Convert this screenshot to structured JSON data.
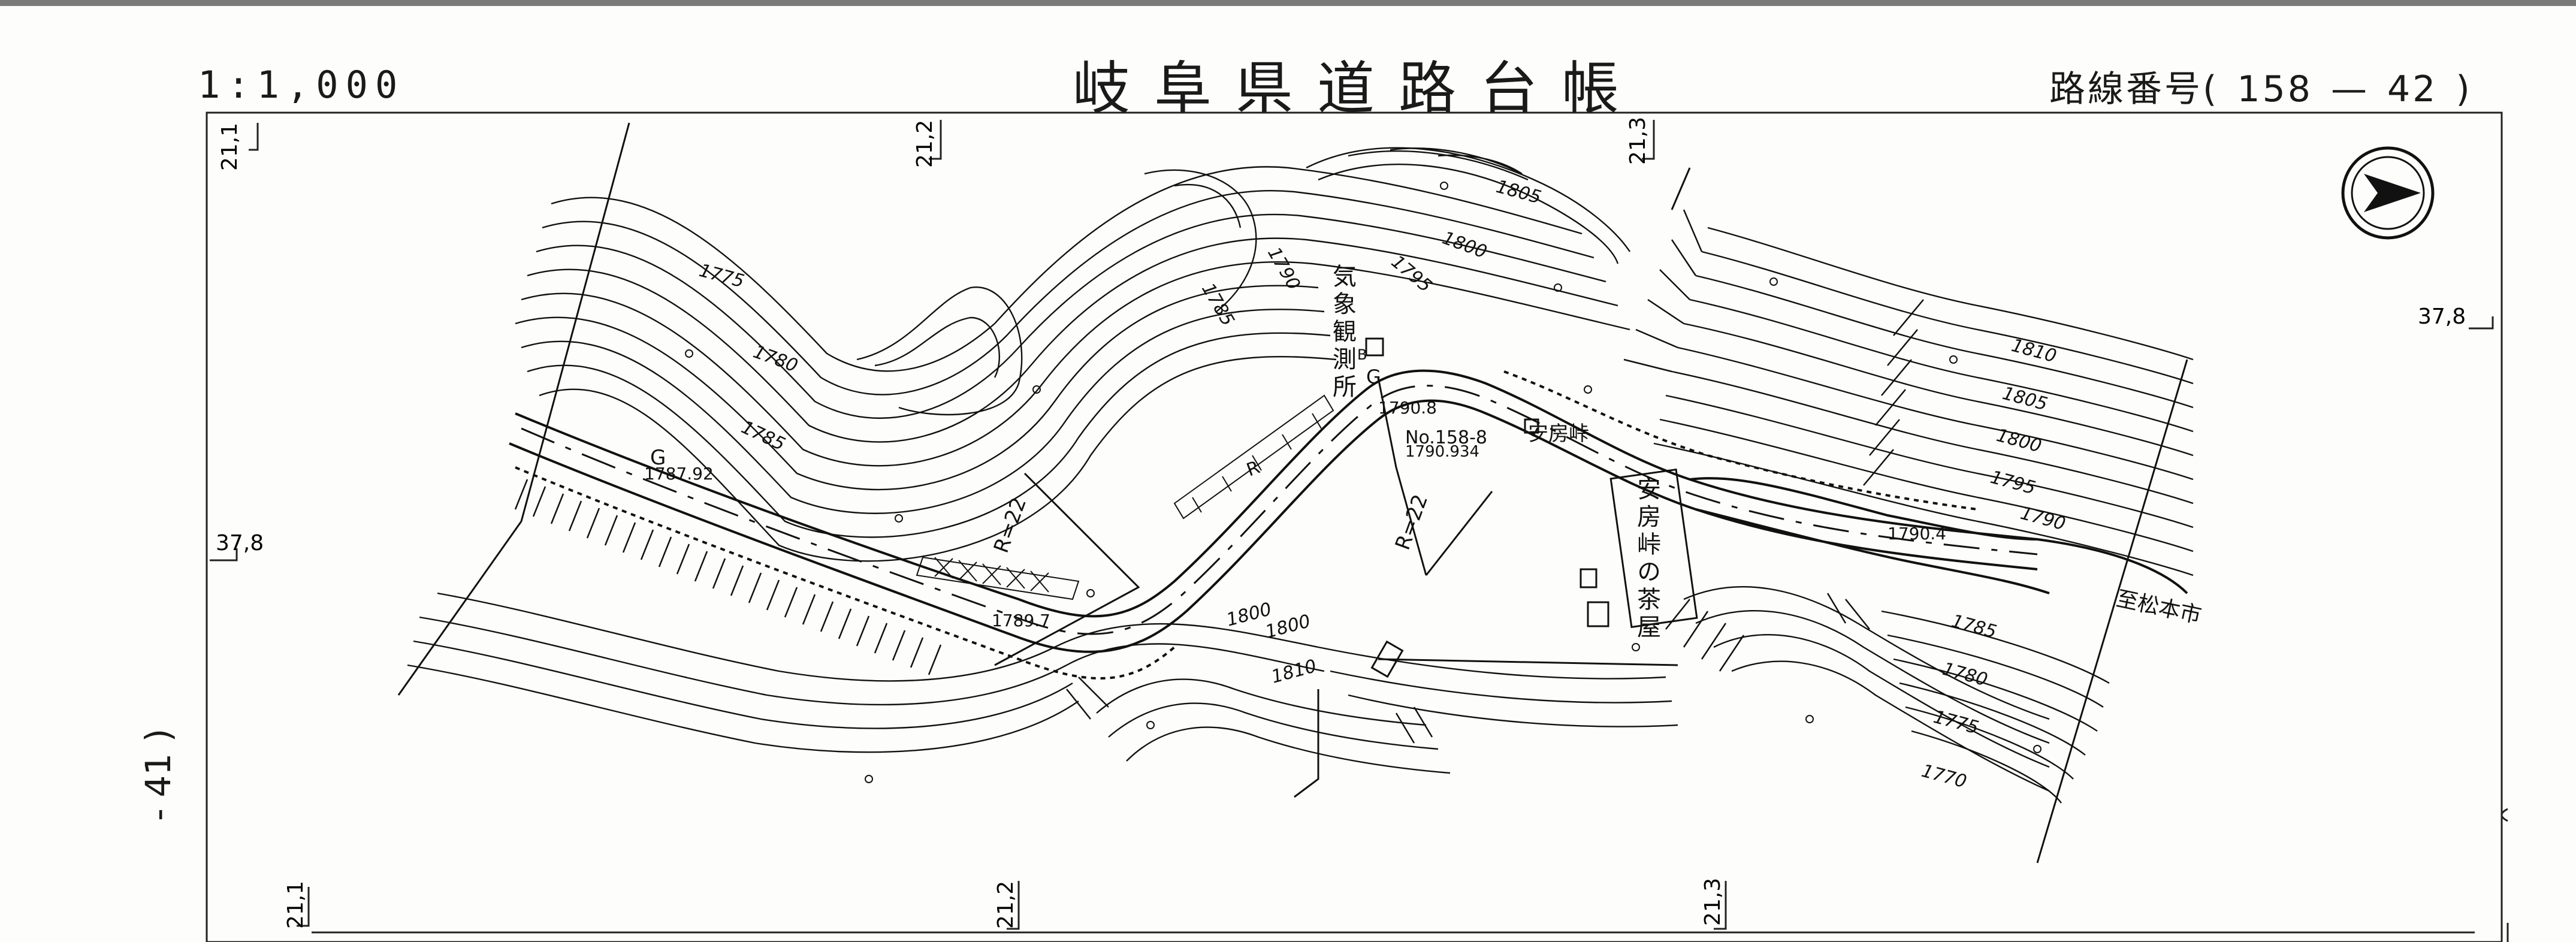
{
  "header": {
    "scale": "1:1,000",
    "title": "岐阜県道路台帳",
    "route_label": "路線番号(",
    "route_major": "158",
    "route_dash": "—",
    "route_minor": "42",
    "route_close": ")"
  },
  "side_page": {
    "label": "- 41 )"
  },
  "grid_labels": {
    "top_21_1": "21,1",
    "top_21_2": "21,2",
    "top_21_3": "21,3",
    "bottom_21_1": "21,1",
    "bottom_21_2": "21,2",
    "bottom_21_3": "21,3",
    "left_37_8": "37,8",
    "right_37_8": "37,8"
  },
  "map_labels": {
    "weather_station": "気象観測所",
    "teahouse": "安房峠の茶屋",
    "pass_name": "安房峠",
    "to_matsumoto": "至松本市",
    "drawing_no": "No.158-8",
    "bm_elev": "1790.934",
    "g_left": "G",
    "g_upper": "G",
    "b_mark": "B",
    "r_left": "R=22",
    "r_right": "R=22",
    "r_road": "R",
    "elev_1787": "1787.92",
    "elev_1789": "1789.7",
    "elev_1790_8": "1790.8",
    "elev_1790_4": "1790.4"
  },
  "contours": {
    "c1775_l": "1775",
    "c1780_l": "1780",
    "c1785_l": "1785",
    "c1785_t": "1785",
    "c1790_t": "1790",
    "c1795_t": "1795",
    "c1800_t": "1800",
    "c1805_t": "1805",
    "c1810_r": "1810",
    "c1805_r": "1805",
    "c1800_r": "1800",
    "c1795_r": "1795",
    "c1790_r": "1790",
    "c1785_b": "1785",
    "c1780_b": "1780",
    "c1775_b": "1775",
    "c1770_b": "1770",
    "c1800_s1": "1800",
    "c1800_s2": "1800",
    "c1810_s": "1810"
  }
}
